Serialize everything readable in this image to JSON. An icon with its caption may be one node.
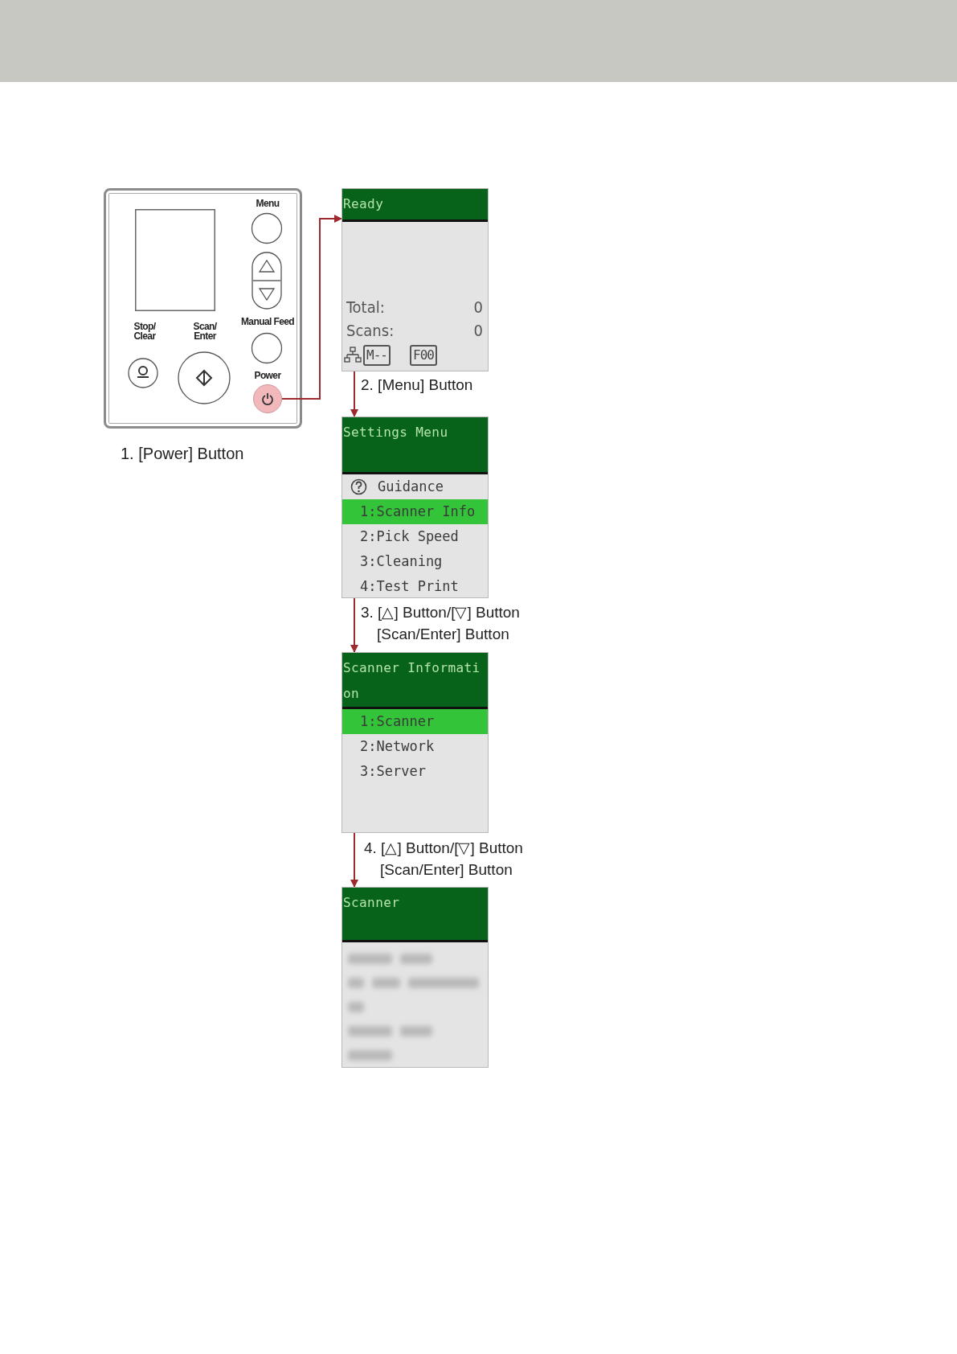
{
  "diagram": {
    "nodes": [
      {
        "text": [],
        "shape": "box",
        "beside": [
          "1. [Power] Button"
        ]
      },
      {
        "text": [
          "Power"
        ],
        "in": 0
      },
      {
        "text": [
          "Ready",
          "Total:",
          "0",
          "Scans:",
          "0",
          "M--",
          "F00"
        ]
      },
      {
        "text": [
          "Settings Menu",
          "Guidance",
          "1:Scanner Info",
          "2:Pick Speed",
          "3:Cleaning",
          "4:Test Print"
        ]
      },
      {
        "text": [
          "Scanner Information",
          "1:Scanner",
          "2:Network",
          "3:Server"
        ]
      },
      {
        "text": [
          "Scanner"
        ]
      }
    ],
    "edges": [
      {
        "from": 1,
        "to": 2,
        "arrow": "to"
      },
      {
        "from": 2,
        "to": 3,
        "arrow": "to",
        "label": "2. [Menu] Button"
      },
      {
        "from": 3,
        "to": 4,
        "arrow": "to",
        "label": "3. [△] Button/[▽] Button [Scan/Enter] Button"
      },
      {
        "from": 4,
        "to": 5,
        "arrow": "to",
        "label": "4. [△] Button/[▽] Button [Scan/Enter] Button"
      }
    ],
    "labels": [
      "Menu",
      "Stop/ Clear",
      "Scan/ Enter",
      "Manual Feed"
    ]
  }
}
